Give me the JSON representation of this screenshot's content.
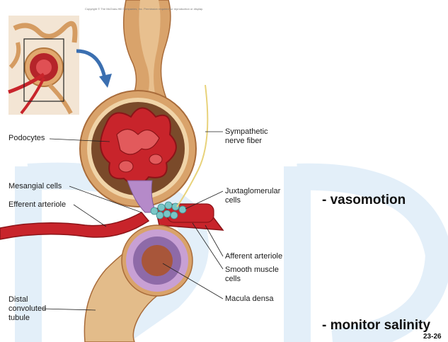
{
  "copyright": "Copyright © The McGraw-Hill Companies, Inc. Permission required for reproduction or display.",
  "labels": {
    "podocytes": "Podocytes",
    "mesangial": "Mesangial cells",
    "efferent": "Efferent arteriole",
    "distal": "Distal\nconvoluted\ntubule",
    "sympathetic": "Sympathetic\nnerve fiber",
    "juxtaglomerular": "Juxtaglomerular\ncells",
    "afferent": "Afferent arteriole",
    "smooth": "Smooth muscle\ncells",
    "macula": "Macula densa"
  },
  "notes": {
    "vasomotion": "- vasomotion",
    "salinity": "- monitor salinity"
  },
  "slide_number": "23-26",
  "colors": {
    "tubule": "#d9a36b",
    "tubule_dark": "#a86b3a",
    "capillary": "#c8242b",
    "capillary_dark": "#8b1418",
    "mesangial": "#b58ac9",
    "juxtaglomerular": "#79c6c6",
    "macula": "#8e6aa8",
    "watermark": "#e6f1fa",
    "arrow": "#3b6fb0"
  }
}
